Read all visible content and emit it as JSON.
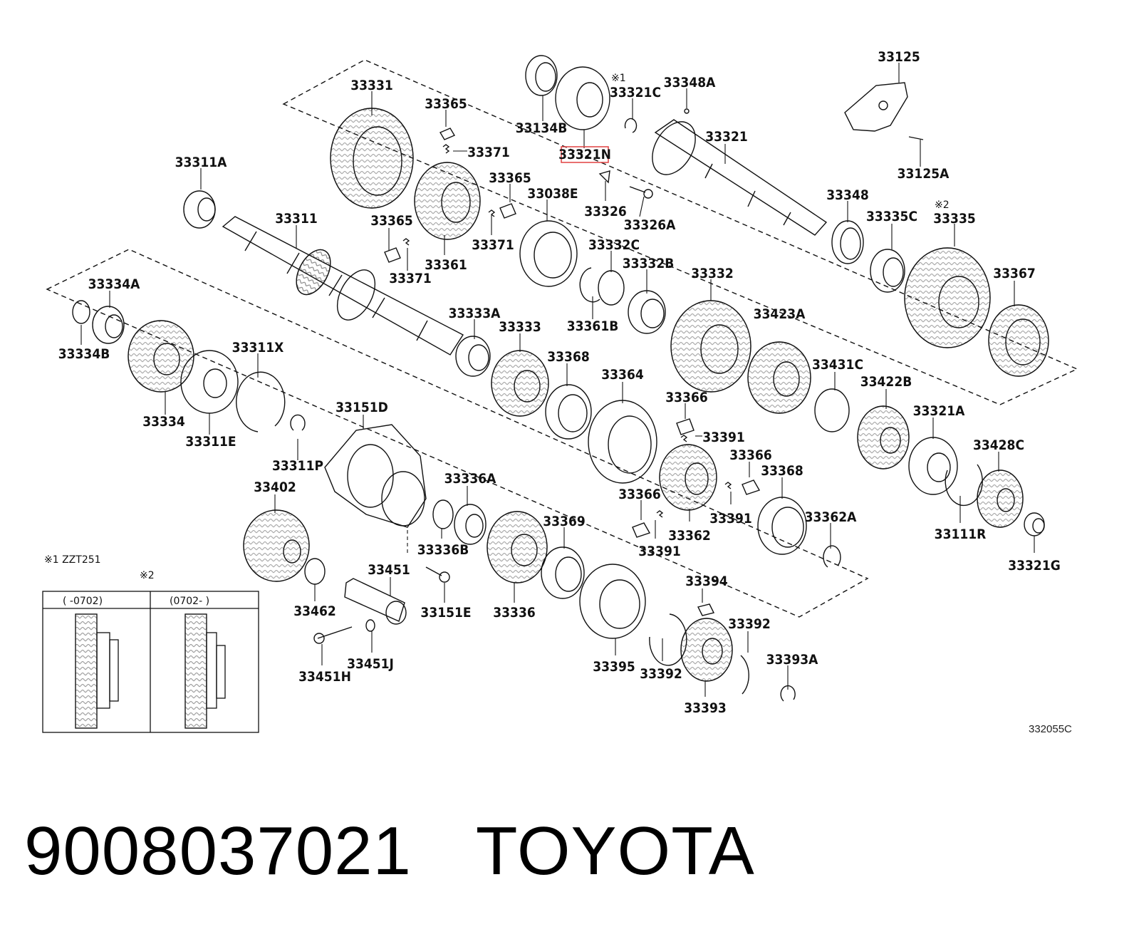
{
  "labels": [
    {
      "id": "33331",
      "text": "33331"
    },
    {
      "id": "33365-a",
      "text": "33365"
    },
    {
      "id": "33371-a",
      "text": "33371"
    },
    {
      "id": "33134B",
      "text": "33134B"
    },
    {
      "id": "33321N",
      "text": "33321N",
      "highlighted": true
    },
    {
      "id": "33321C",
      "text": "33321C"
    },
    {
      "id": "33348A",
      "text": "33348A"
    },
    {
      "id": "33321",
      "text": "33321"
    },
    {
      "id": "33125",
      "text": "33125"
    },
    {
      "id": "33125A",
      "text": "33125A"
    },
    {
      "id": "33311A",
      "text": "33311A"
    },
    {
      "id": "33365-b",
      "text": "33365"
    },
    {
      "id": "33038E",
      "text": "33038E"
    },
    {
      "id": "33326",
      "text": "33326"
    },
    {
      "id": "33326A",
      "text": "33326A"
    },
    {
      "id": "33348",
      "text": "33348"
    },
    {
      "id": "33335C",
      "text": "33335C"
    },
    {
      "id": "33335",
      "text": "33335"
    },
    {
      "id": "33311",
      "text": "33311"
    },
    {
      "id": "33365-c",
      "text": "33365"
    },
    {
      "id": "33371-b",
      "text": "33371"
    },
    {
      "id": "33361",
      "text": "33361"
    },
    {
      "id": "33371-c",
      "text": "33371"
    },
    {
      "id": "33332C",
      "text": "33332C"
    },
    {
      "id": "33332B",
      "text": "33332B"
    },
    {
      "id": "33332",
      "text": "33332"
    },
    {
      "id": "33367",
      "text": "33367"
    },
    {
      "id": "33334A",
      "text": "33334A"
    },
    {
      "id": "33361B",
      "text": "33361B"
    },
    {
      "id": "33333A",
      "text": "33333A"
    },
    {
      "id": "33333",
      "text": "33333"
    },
    {
      "id": "33423A",
      "text": "33423A"
    },
    {
      "id": "33334B",
      "text": "33334B"
    },
    {
      "id": "33311X",
      "text": "33311X"
    },
    {
      "id": "33368-a",
      "text": "33368"
    },
    {
      "id": "33364",
      "text": "33364"
    },
    {
      "id": "33431C",
      "text": "33431C"
    },
    {
      "id": "33422B",
      "text": "33422B"
    },
    {
      "id": "33151D",
      "text": "33151D"
    },
    {
      "id": "33366-a",
      "text": "33366"
    },
    {
      "id": "33321A",
      "text": "33321A"
    },
    {
      "id": "33334",
      "text": "33334"
    },
    {
      "id": "33391-a",
      "text": "33391"
    },
    {
      "id": "33311E",
      "text": "33311E"
    },
    {
      "id": "33428C",
      "text": "33428C"
    },
    {
      "id": "33366-b",
      "text": "33366"
    },
    {
      "id": "33311P",
      "text": "33311P"
    },
    {
      "id": "33336A",
      "text": "33336A"
    },
    {
      "id": "33368-b",
      "text": "33368"
    },
    {
      "id": "33402",
      "text": "33402"
    },
    {
      "id": "33366-c",
      "text": "33366"
    },
    {
      "id": "33391-b",
      "text": "33391"
    },
    {
      "id": "33369",
      "text": "33369"
    },
    {
      "id": "33362A",
      "text": "33362A"
    },
    {
      "id": "33111R",
      "text": "33111R"
    },
    {
      "id": "33362",
      "text": "33362"
    },
    {
      "id": "33336B",
      "text": "33336B"
    },
    {
      "id": "33391-c",
      "text": "33391"
    },
    {
      "id": "33321G",
      "text": "33321G"
    },
    {
      "id": "33451",
      "text": "33451"
    },
    {
      "id": "33394",
      "text": "33394"
    },
    {
      "id": "33462",
      "text": "33462"
    },
    {
      "id": "33151E",
      "text": "33151E"
    },
    {
      "id": "33336",
      "text": "33336"
    },
    {
      "id": "33392-a",
      "text": "33392"
    },
    {
      "id": "33393A",
      "text": "33393A"
    },
    {
      "id": "33451J",
      "text": "33451J"
    },
    {
      "id": "33395",
      "text": "33395"
    },
    {
      "id": "33392-b",
      "text": "33392"
    },
    {
      "id": "33451H",
      "text": "33451H"
    },
    {
      "id": "33393",
      "text": "33393"
    }
  ],
  "notes": {
    "mark1_top": "※1",
    "mark2_top": "※2",
    "legend_mark1": "※1 ZZT251",
    "legend_mark2": "※2",
    "table_col1": "(    -0702)",
    "table_col2": "(0702-      )"
  },
  "diagram_code": "332055C",
  "part_number": "9008037021",
  "brand": "TOYOTA",
  "colors": {
    "highlight": "#e04040",
    "ink": "#111111"
  }
}
